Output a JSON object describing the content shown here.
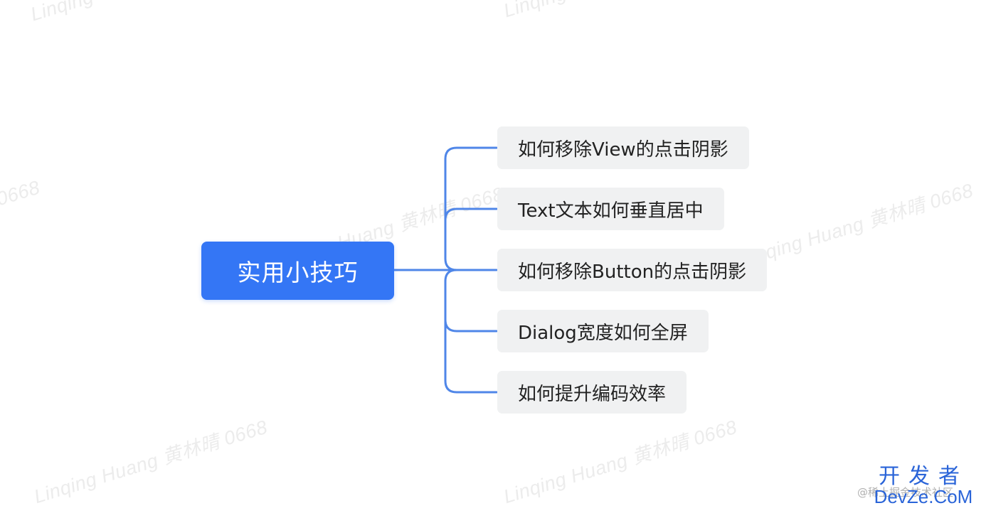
{
  "mindmap": {
    "root": "实用小技巧",
    "children": [
      "如何移除View的点击阴影",
      "Text文本如何垂直居中",
      "如何移除Button的点击阴影",
      "Dialog宽度如何全屏",
      "如何提升编码效率"
    ],
    "colors": {
      "root_fill": "#3476f5",
      "connector": "#4f86e8",
      "child_fill": "#f0f1f2"
    }
  },
  "watermark": {
    "text": "Linqing Huang 黄林晴 0668",
    "fragment_top_left": "Linqing",
    "fragment_left": "0668"
  },
  "footer": {
    "logo_cn": "开发者",
    "logo_en": "DevZe.CoM",
    "credit": "@稀土掘金技术社区"
  }
}
